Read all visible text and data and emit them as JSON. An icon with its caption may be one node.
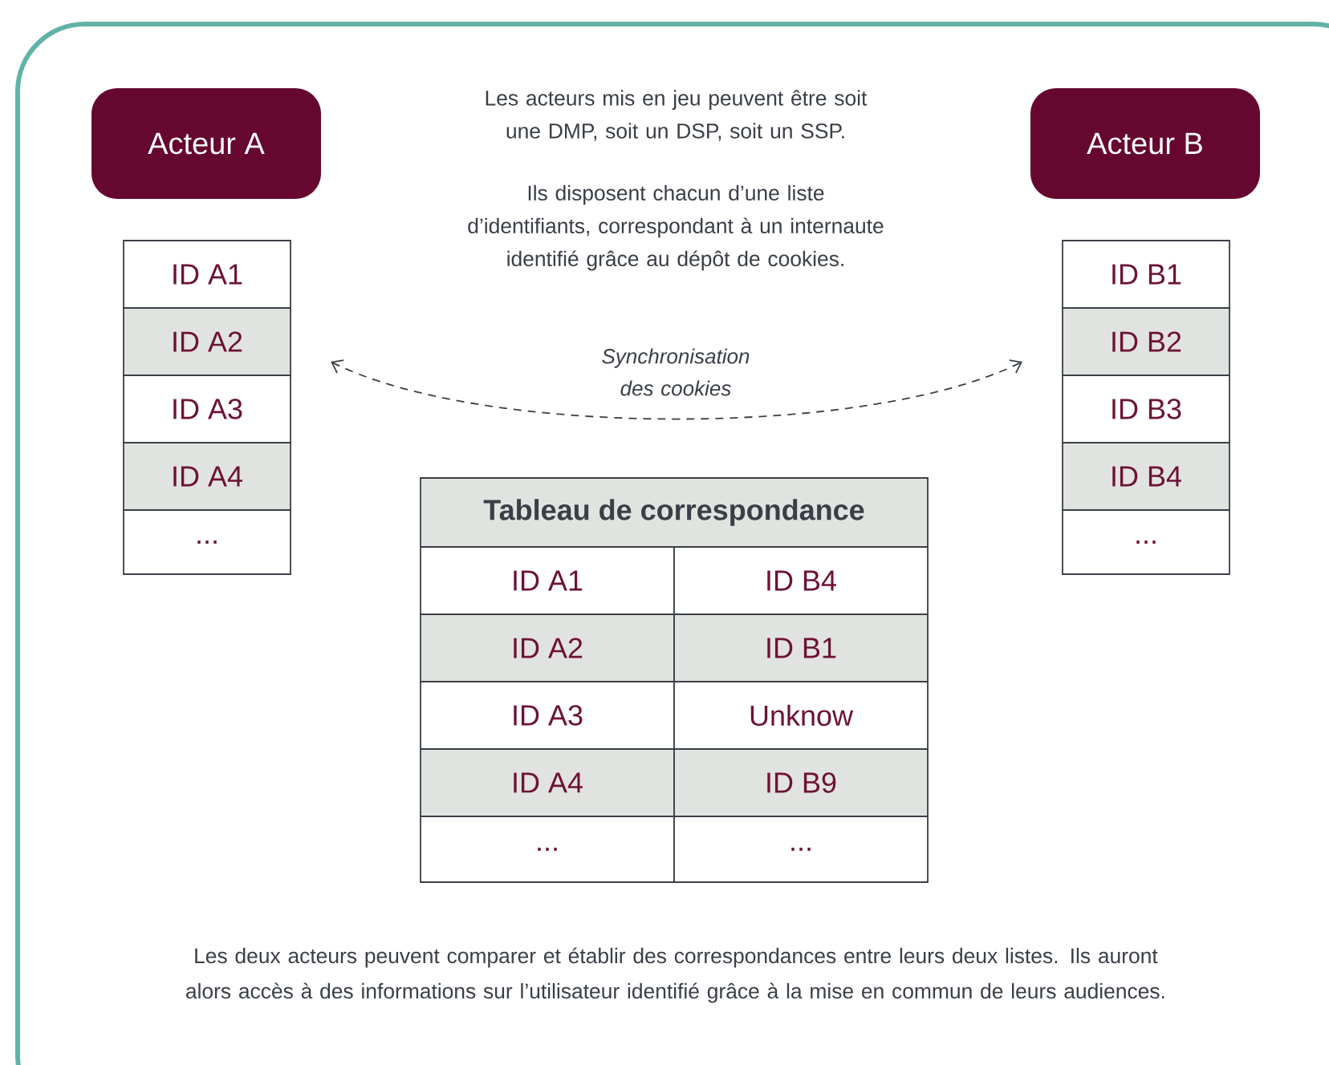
{
  "diagram": {
    "nodes": [
      {
        "text": [
          "Acteur A"
        ]
      },
      {
        "text": [
          "Acteur B"
        ]
      },
      {
        "text": [
          "ID A1"
        ]
      },
      {
        "text": [
          "ID A2"
        ]
      },
      {
        "text": [
          "ID A3"
        ]
      },
      {
        "text": [
          "ID A4"
        ]
      },
      {
        "text": [
          "..."
        ]
      },
      {
        "text": [
          "ID B1"
        ]
      },
      {
        "text": [
          "ID B2"
        ]
      },
      {
        "text": [
          "ID B3"
        ]
      },
      {
        "text": [
          "ID B4"
        ]
      },
      {
        "text": [
          "..."
        ]
      }
    ],
    "edges": [
      {
        "from": 3,
        "to": 8,
        "arrow": "both",
        "style": "dashed",
        "label": "Synchronisation des cookies"
      }
    ],
    "labels": [
      "Les acteurs mis en jeu peuvent être soit une DMP, soit un DSP, soit un SSP.",
      "Ils disposent chacun d’une liste d’identifiants, correspondant à un internaute identifié grâce au dépôt de cookies.",
      "Tableau de correspondance",
      "ID A1",
      "ID B4",
      "ID A2",
      "ID B1",
      "ID A3",
      "Unknow",
      "ID A4",
      "ID B9",
      "...",
      "...",
      "Les deux acteurs peuvent comparer et établir des correspondances entre leurs deux listes. Ils auront alors accès à des informations sur l’utilisateur identifié grâce à la mise en commun de leurs audiences."
    ]
  }
}
